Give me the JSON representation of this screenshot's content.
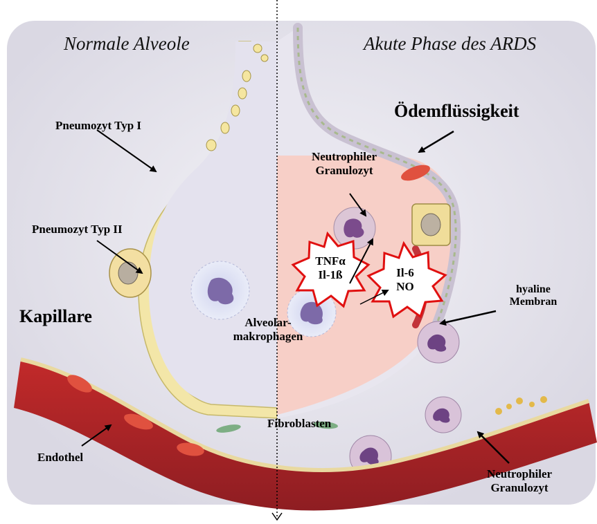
{
  "titles": {
    "left": "Normale Alveole",
    "right": "Akute Phase des ARDS"
  },
  "labels": {
    "oedem": "Ödemflüssigkeit",
    "pneumo1": "Pneumozyt Typ I",
    "neutro_top_1": "Neutrophiler",
    "neutro_top_2": "Granulozyt",
    "pneumo2": "Pneumozyt Typ II",
    "tnf_1": "TNFα",
    "tnf_2": "Il-1ß",
    "il6_1": "Il-6",
    "il6_2": "NO",
    "hyaline_1": "hyaline",
    "hyaline_2": "Membran",
    "kapillare": "Kapillare",
    "alveolar_1": "Alveolar-",
    "alveolar_2": "makrophagen",
    "fibro": "Fibroblasten",
    "endothel": "Endothel",
    "neutro_bottom_1": "Neutrophiler",
    "neutro_bottom_2": "Granulozyt"
  },
  "colors": {
    "background": "#ecebf1",
    "alveolar_space": "#e4e2ee",
    "edema_fluid": "#f7cfc7",
    "capillary": "#b5262c",
    "red_blood_cell": "#d9463a",
    "starburst_stroke": "#e01010"
  }
}
